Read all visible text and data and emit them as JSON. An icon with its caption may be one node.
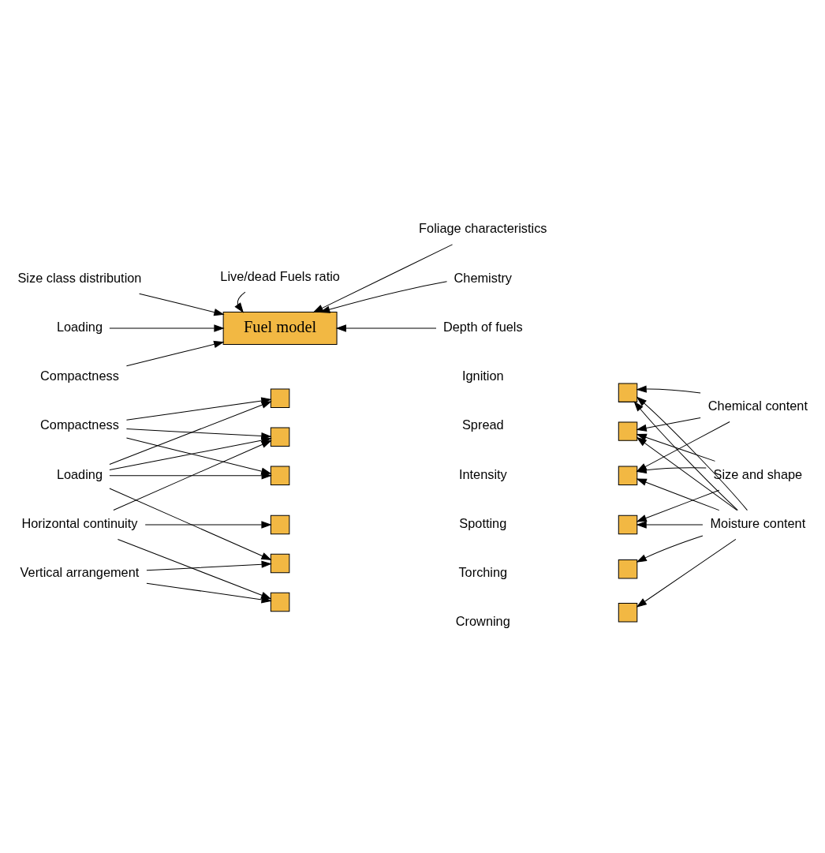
{
  "diagram": {
    "nodes": [
      {
        "text": [
          "Live/dead Fuels ratio"
        ]
      },
      {
        "text": [
          "Size class distribution"
        ]
      },
      {
        "text": [
          "Foliage characteristics"
        ]
      },
      {
        "text": [
          "Loading"
        ]
      },
      {
        "text": [
          "Fuel model"
        ]
      },
      {
        "text": [
          "Chemistry"
        ]
      },
      {
        "text": [
          "Compactness"
        ]
      },
      {
        "text": [
          "Depth of fuels"
        ]
      },
      {
        "text": [
          "Compactness"
        ]
      },
      {
        "text": [],
        "shape": "box"
      },
      {
        "text": [],
        "shape": "box"
      },
      {
        "text": [
          "Chemical content"
        ]
      },
      {
        "text": [],
        "shape": "box"
      },
      {
        "text": [],
        "shape": "box"
      },
      {
        "text": [
          "Loading"
        ]
      },
      {
        "text": [],
        "shape": "box"
      },
      {
        "text": [],
        "shape": "box"
      },
      {
        "text": [
          "Size and shape"
        ]
      },
      {
        "text": [
          "Horizontal continuity"
        ]
      },
      {
        "text": [],
        "shape": "box"
      },
      {
        "text": [],
        "shape": "box"
      },
      {
        "text": [],
        "shape": "box"
      },
      {
        "text": [],
        "shape": "box"
      },
      {
        "text": [
          "Moisture content"
        ]
      },
      {
        "text": [
          "Vertical arrangement"
        ]
      },
      {
        "text": [],
        "shape": "box"
      },
      {
        "text": [],
        "shape": "box"
      }
    ],
    "edges": [
      {
        "from": 1,
        "to": 4,
        "arrow": "to"
      },
      {
        "from": 0,
        "to": 4,
        "arrow": "to"
      },
      {
        "from": 2,
        "to": 4,
        "arrow": "to"
      },
      {
        "from": 3,
        "to": 4,
        "arrow": "to"
      },
      {
        "from": 5,
        "to": 4,
        "arrow": "to"
      },
      {
        "from": 6,
        "to": 4,
        "arrow": "to"
      },
      {
        "from": 7,
        "to": 4,
        "arrow": "to"
      },
      {
        "from": 8,
        "to": 9,
        "arrow": "to"
      },
      {
        "from": 8,
        "to": 12,
        "arrow": "to"
      },
      {
        "from": 8,
        "to": 15,
        "arrow": "to"
      },
      {
        "from": 14,
        "to": 9,
        "arrow": "to"
      },
      {
        "from": 14,
        "to": 12,
        "arrow": "to"
      },
      {
        "from": 14,
        "to": 15,
        "arrow": "to"
      },
      {
        "from": 14,
        "to": 21,
        "arrow": "to"
      },
      {
        "from": 18,
        "to": 12,
        "arrow": "to"
      },
      {
        "from": 18,
        "to": 19,
        "arrow": "to"
      },
      {
        "from": 18,
        "to": 25,
        "arrow": "to"
      },
      {
        "from": 24,
        "to": 21,
        "arrow": "to"
      },
      {
        "from": 24,
        "to": 25,
        "arrow": "to"
      },
      {
        "from": 11,
        "to": 10,
        "arrow": "to"
      },
      {
        "from": 11,
        "to": 13,
        "arrow": "to"
      },
      {
        "from": 11,
        "to": 16,
        "arrow": "to"
      },
      {
        "from": 17,
        "to": 13,
        "arrow": "to"
      },
      {
        "from": 17,
        "to": 16,
        "arrow": "to"
      },
      {
        "from": 17,
        "to": 20,
        "arrow": "to"
      },
      {
        "from": 23,
        "to": 10,
        "arrow": "to"
      },
      {
        "from": 23,
        "to": 10,
        "arrow": "to"
      },
      {
        "from": 23,
        "to": 13,
        "arrow": "to"
      },
      {
        "from": 23,
        "to": 16,
        "arrow": "to"
      },
      {
        "from": 23,
        "to": 20,
        "arrow": "to"
      },
      {
        "from": 23,
        "to": 22,
        "arrow": "to"
      },
      {
        "from": 23,
        "to": 26,
        "arrow": "to"
      }
    ],
    "labels": [
      "Ignition",
      "Spread",
      "Intensity",
      "Spotting",
      "Torching",
      "Crowning"
    ]
  }
}
